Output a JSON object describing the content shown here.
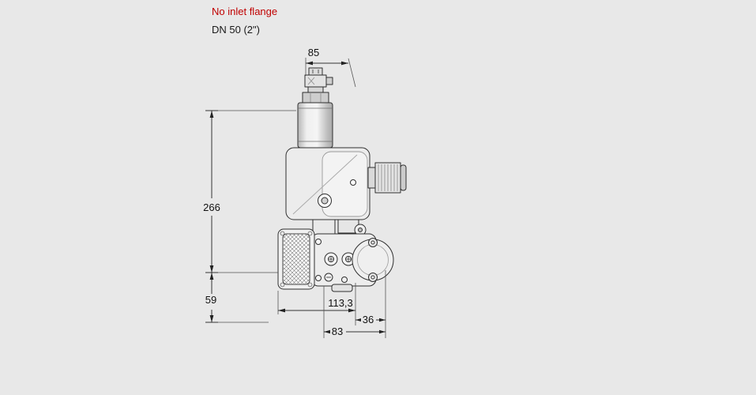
{
  "canvas": {
    "background": "#e8e8e8"
  },
  "notes": {
    "line1": "No inlet flange",
    "line2": "DN 50 (2\")",
    "line1_color": "#c00000",
    "line2_color": "#1a1a1a"
  },
  "dimensions": {
    "top_width": "85",
    "upper_height": "266",
    "lower_height": "59",
    "depth": "113,3",
    "outlet_offset": "36",
    "bottom_width": "83"
  }
}
